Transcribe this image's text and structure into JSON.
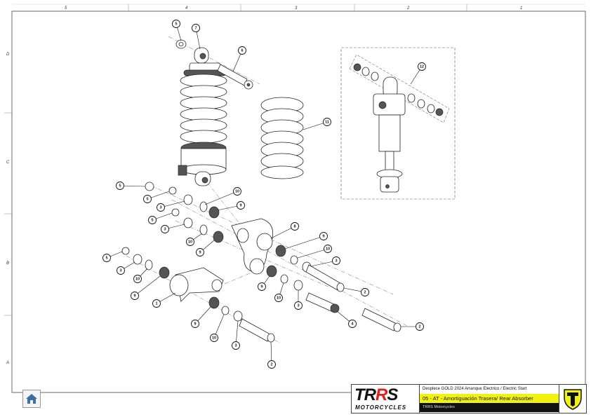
{
  "frame": {
    "columns": [
      "5",
      "4",
      "3",
      "2",
      "1"
    ],
    "rows": [
      "D",
      "C",
      "B",
      "A"
    ]
  },
  "diagram": {
    "callouts": [
      "5",
      "7",
      "6",
      "11",
      "12",
      "5",
      "5",
      "3",
      "10",
      "9",
      "5",
      "3",
      "10",
      "9",
      "8",
      "9",
      "10",
      "3",
      "5",
      "3",
      "10",
      "9",
      "1",
      "9",
      "10",
      "3",
      "2",
      "4",
      "9",
      "10",
      "3",
      "2",
      "2"
    ]
  },
  "title_block": {
    "logo_text_a": "TR",
    "logo_text_b": "R",
    "logo_text_c": "S",
    "logo_sub": "MOTORCYCLES",
    "line1": "Desplece GOLD 2024 Arranque Electrico / Electric Start",
    "line2": "05 - AT - Amortiguación Trasera/ Rear Absorber",
    "line3": "TRRS Motorcycles"
  },
  "colors": {
    "highlight": "#f2f20f",
    "brand_red": "#e01c1c",
    "dark": "#111111"
  },
  "home_icon": "home-icon"
}
